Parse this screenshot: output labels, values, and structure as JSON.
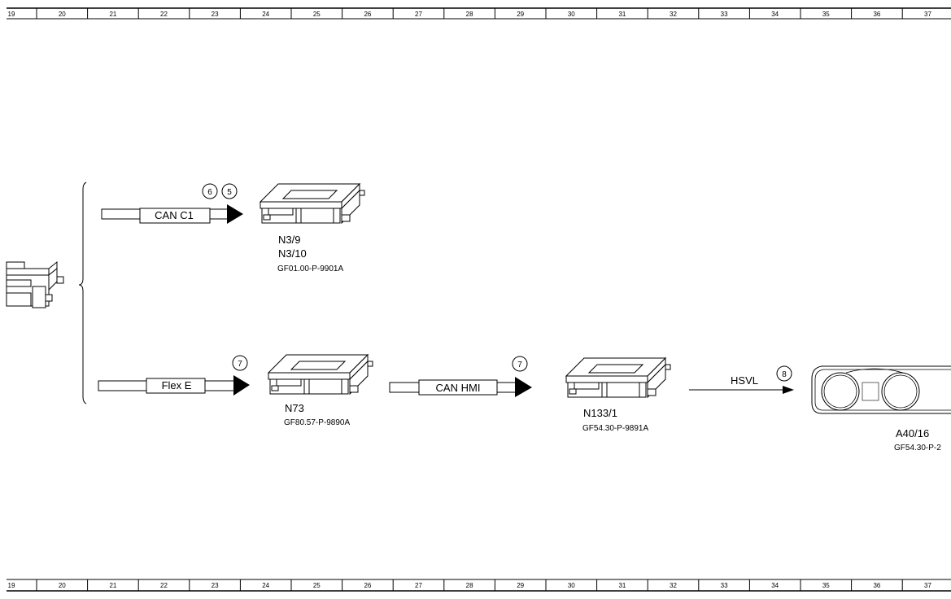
{
  "ruler": {
    "numbers": [
      "19",
      "20",
      "21",
      "22",
      "23",
      "24",
      "25",
      "26",
      "27",
      "28",
      "29",
      "30",
      "31",
      "32",
      "33",
      "34",
      "35",
      "36",
      "37"
    ]
  },
  "connections": {
    "can_c1": "CAN C1",
    "flex_e": "Flex E",
    "can_hmi": "CAN HMI",
    "hsvl": "HSVL"
  },
  "callouts": {
    "can_c1_a": "6",
    "can_c1_b": "5",
    "flex_e": "7",
    "can_hmi": "7",
    "hsvl": "8"
  },
  "components": {
    "n3": {
      "code1": "N3/9",
      "code2": "N3/10",
      "doc": "GF01.00-P-9901A"
    },
    "n73": {
      "code": "N73",
      "doc": "GF80.57-P-9890A"
    },
    "n133": {
      "code": "N133/1",
      "doc": "GF54.30-P-9891A"
    },
    "a40": {
      "code": "A40/16",
      "doc": "GF54.30-P-2"
    }
  }
}
